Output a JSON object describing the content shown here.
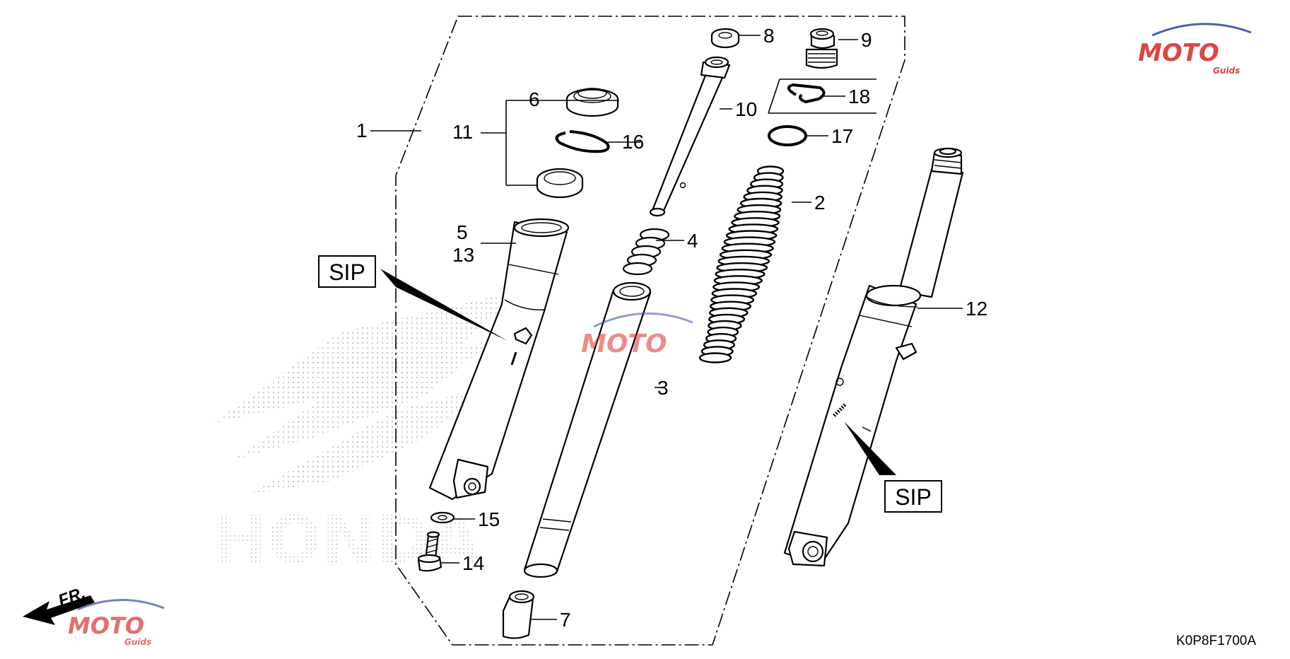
{
  "diagram": {
    "code": "K0P8F1700A",
    "front_indicator": "FR.",
    "callout_text": "SIP",
    "labels": {
      "p1": "1",
      "p2": "2",
      "p3": "3",
      "p4": "4",
      "p5": "5",
      "p6": "6",
      "p7": "7",
      "p8": "8",
      "p9": "9",
      "p10": "10",
      "p11": "11",
      "p12": "12",
      "p13": "13",
      "p14": "14",
      "p15": "15",
      "p16": "16",
      "p17": "17",
      "p18": "18"
    }
  },
  "watermark": {
    "logo_text": "MOTO",
    "logo_sub": "Guids",
    "background_brand": "HONDA",
    "colors": {
      "red": "#d9322f",
      "blue": "#3a4ea8",
      "stipple": "#c8c8c8"
    }
  }
}
